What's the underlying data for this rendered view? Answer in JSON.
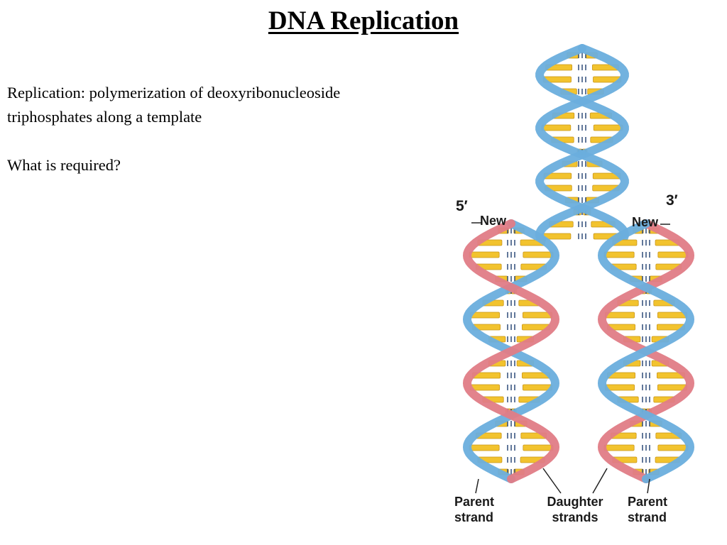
{
  "slide": {
    "title": "DNA Replication",
    "paragraph1": "Replication: polymerization of deoxyribonucleoside triphosphates along a template",
    "paragraph2": "What is required?"
  },
  "figure": {
    "label_5prime": "5′",
    "label_3prime": "3′",
    "label_new_left": "New",
    "label_new_right": "New",
    "label_parent_left_1": "Parent",
    "label_parent_left_2": "strand",
    "label_daughter_1": "Daughter",
    "label_daughter_2": "strands",
    "label_parent_right_1": "Parent",
    "label_parent_right_2": "strand",
    "colors": {
      "parent_strand": "#6aaedd",
      "daughter_strand": "#e07c86",
      "base_pair": "#f2c32e",
      "hydrogen_bond": "#2d4a78"
    }
  }
}
